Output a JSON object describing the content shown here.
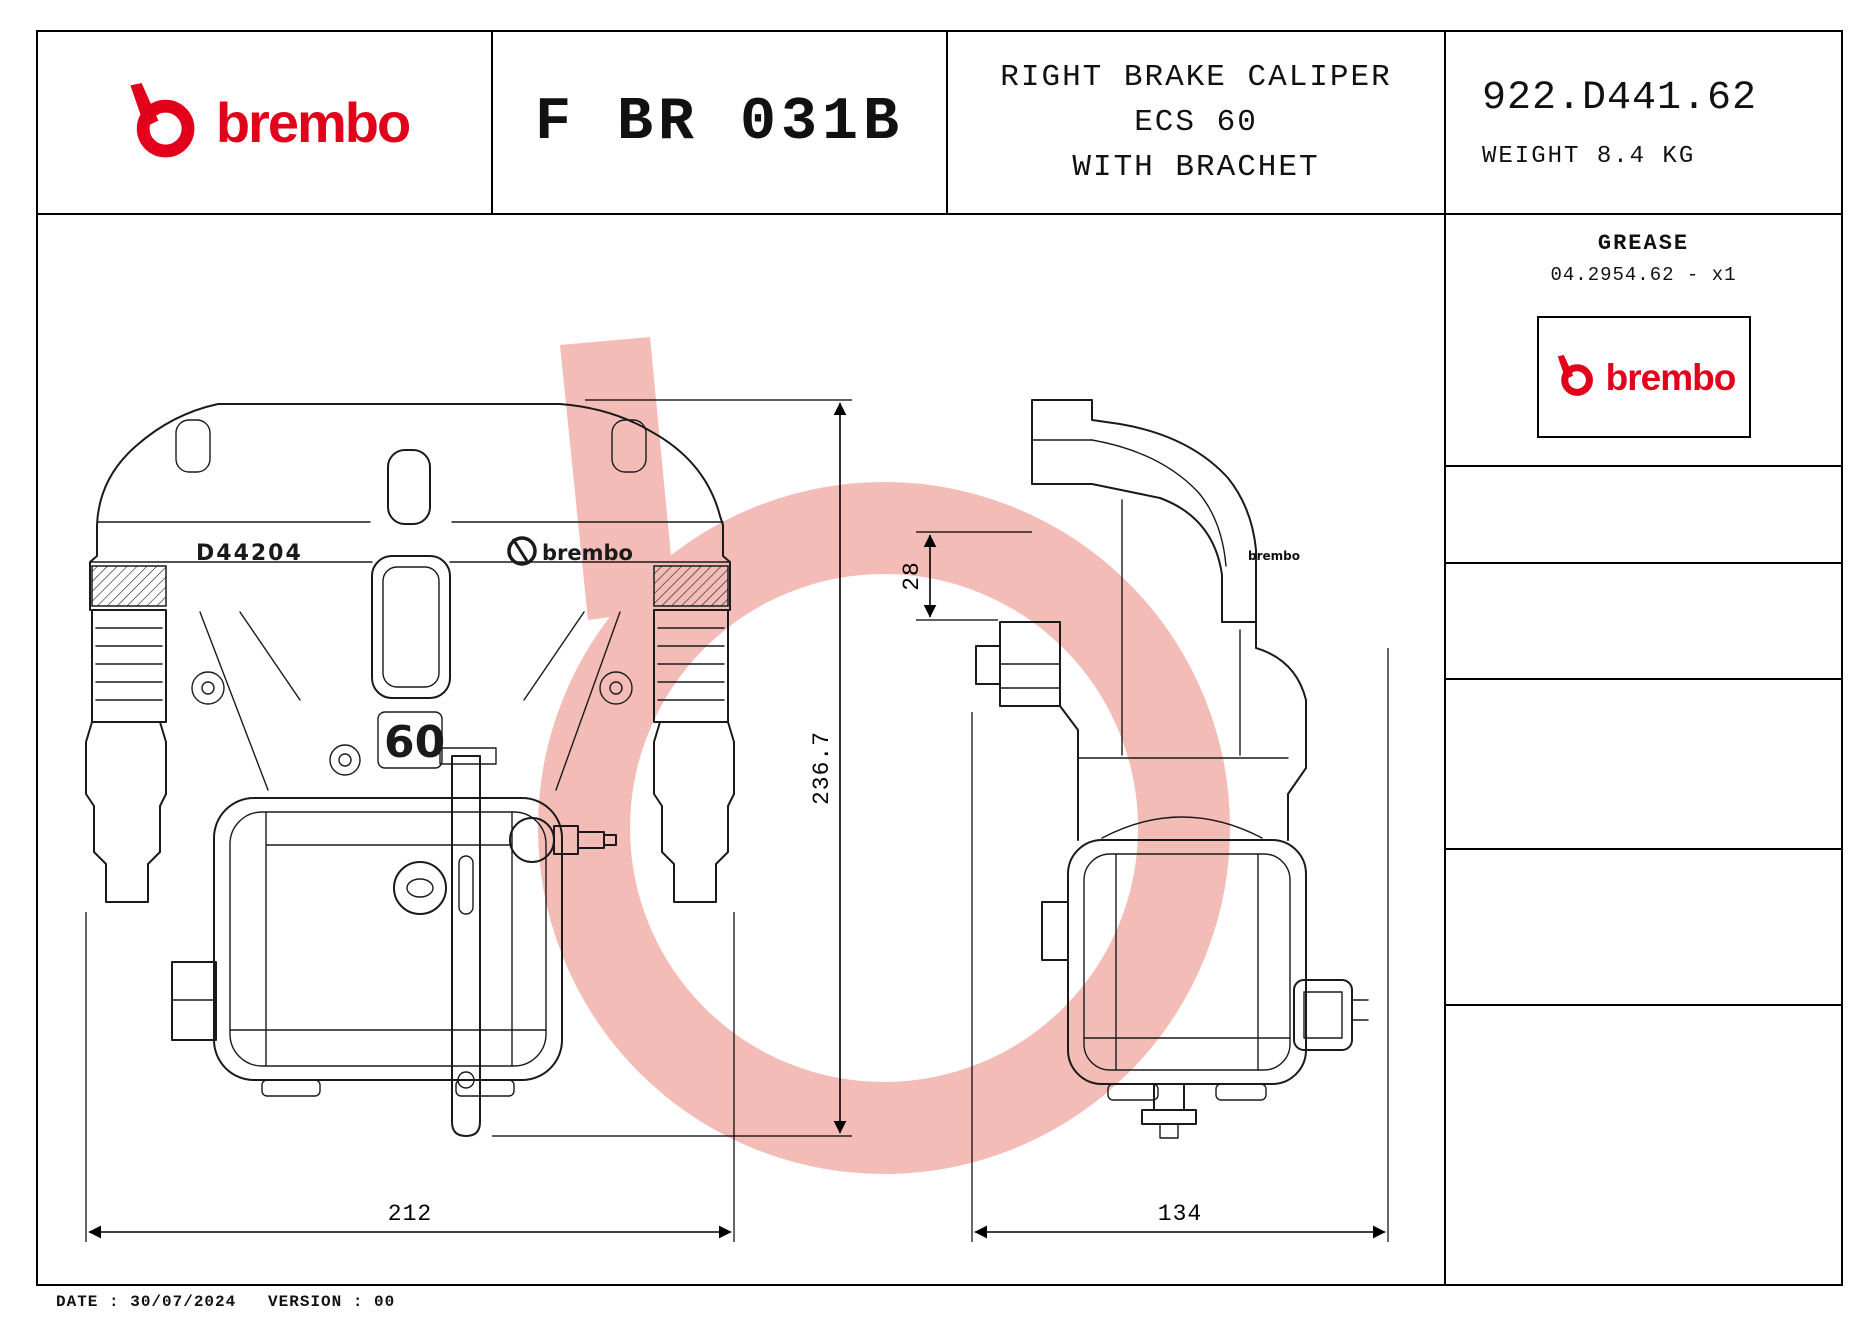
{
  "header": {
    "brand": "brembo",
    "part_code": "F BR 031B",
    "title_lines": [
      "RIGHT BRAKE CALIPER",
      "ECS 60",
      "WITH BRACHET"
    ],
    "ref_code": "922.D441.62",
    "weight": "WEIGHT 8.4 KG"
  },
  "sidebar": {
    "grease_title": "GREASE",
    "grease_code": "04.2954.62 - x1",
    "logo_text": "brembo"
  },
  "drawing": {
    "front_casting_number": "D44204",
    "front_logo_text": "brembo",
    "front_size_mark": "60",
    "side_stamp": "brembo",
    "dim_height": "236.7",
    "dim_bracket_offset": "28",
    "dim_front_width": "212",
    "dim_side_width": "134"
  },
  "footer": {
    "text": "DATE : 30/07/2024   VERSION : 00"
  },
  "colors": {
    "brand_red": "#e2001a",
    "watermark_pink": "#f3bcb7"
  }
}
